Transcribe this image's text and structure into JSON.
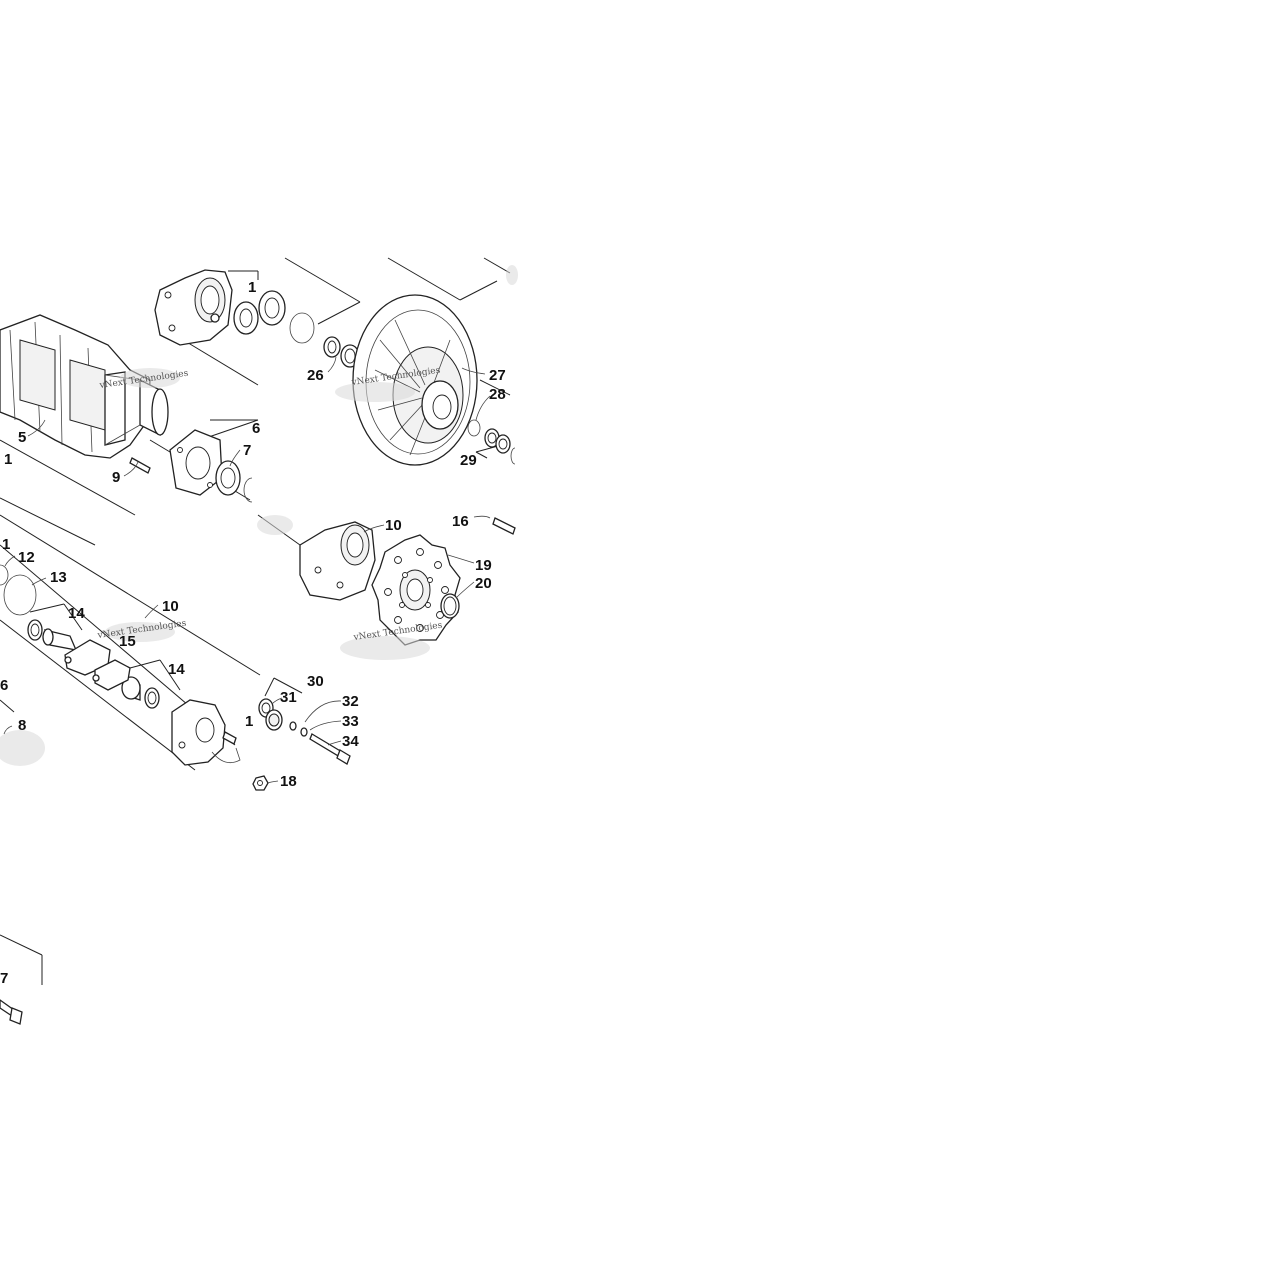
{
  "diagram": {
    "callouts": [
      "1",
      "5",
      "1",
      "9",
      "7",
      "6",
      "26",
      "27",
      "28",
      "29",
      "10",
      "16",
      "19",
      "20",
      "1",
      "12",
      "13",
      "14",
      "10",
      "15",
      "14",
      "6",
      "8",
      "30",
      "31",
      "32",
      "33",
      "34",
      "1",
      "18",
      "7"
    ],
    "watermarks": [
      "vNext Technologies",
      "vNext Technologies",
      "vNext Technologies",
      "vNext Technologies"
    ]
  }
}
